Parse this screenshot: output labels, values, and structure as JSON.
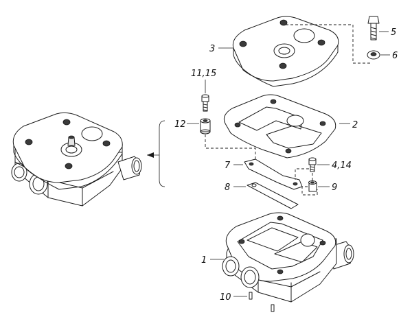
{
  "labels": {
    "p1": "1",
    "p2": "2",
    "p3": "3",
    "p4": "4,14",
    "p5": "5",
    "p6": "6",
    "p7": "7",
    "p8": "8",
    "p9": "9",
    "p10": "10",
    "p11": "11,15",
    "p12": "12"
  }
}
